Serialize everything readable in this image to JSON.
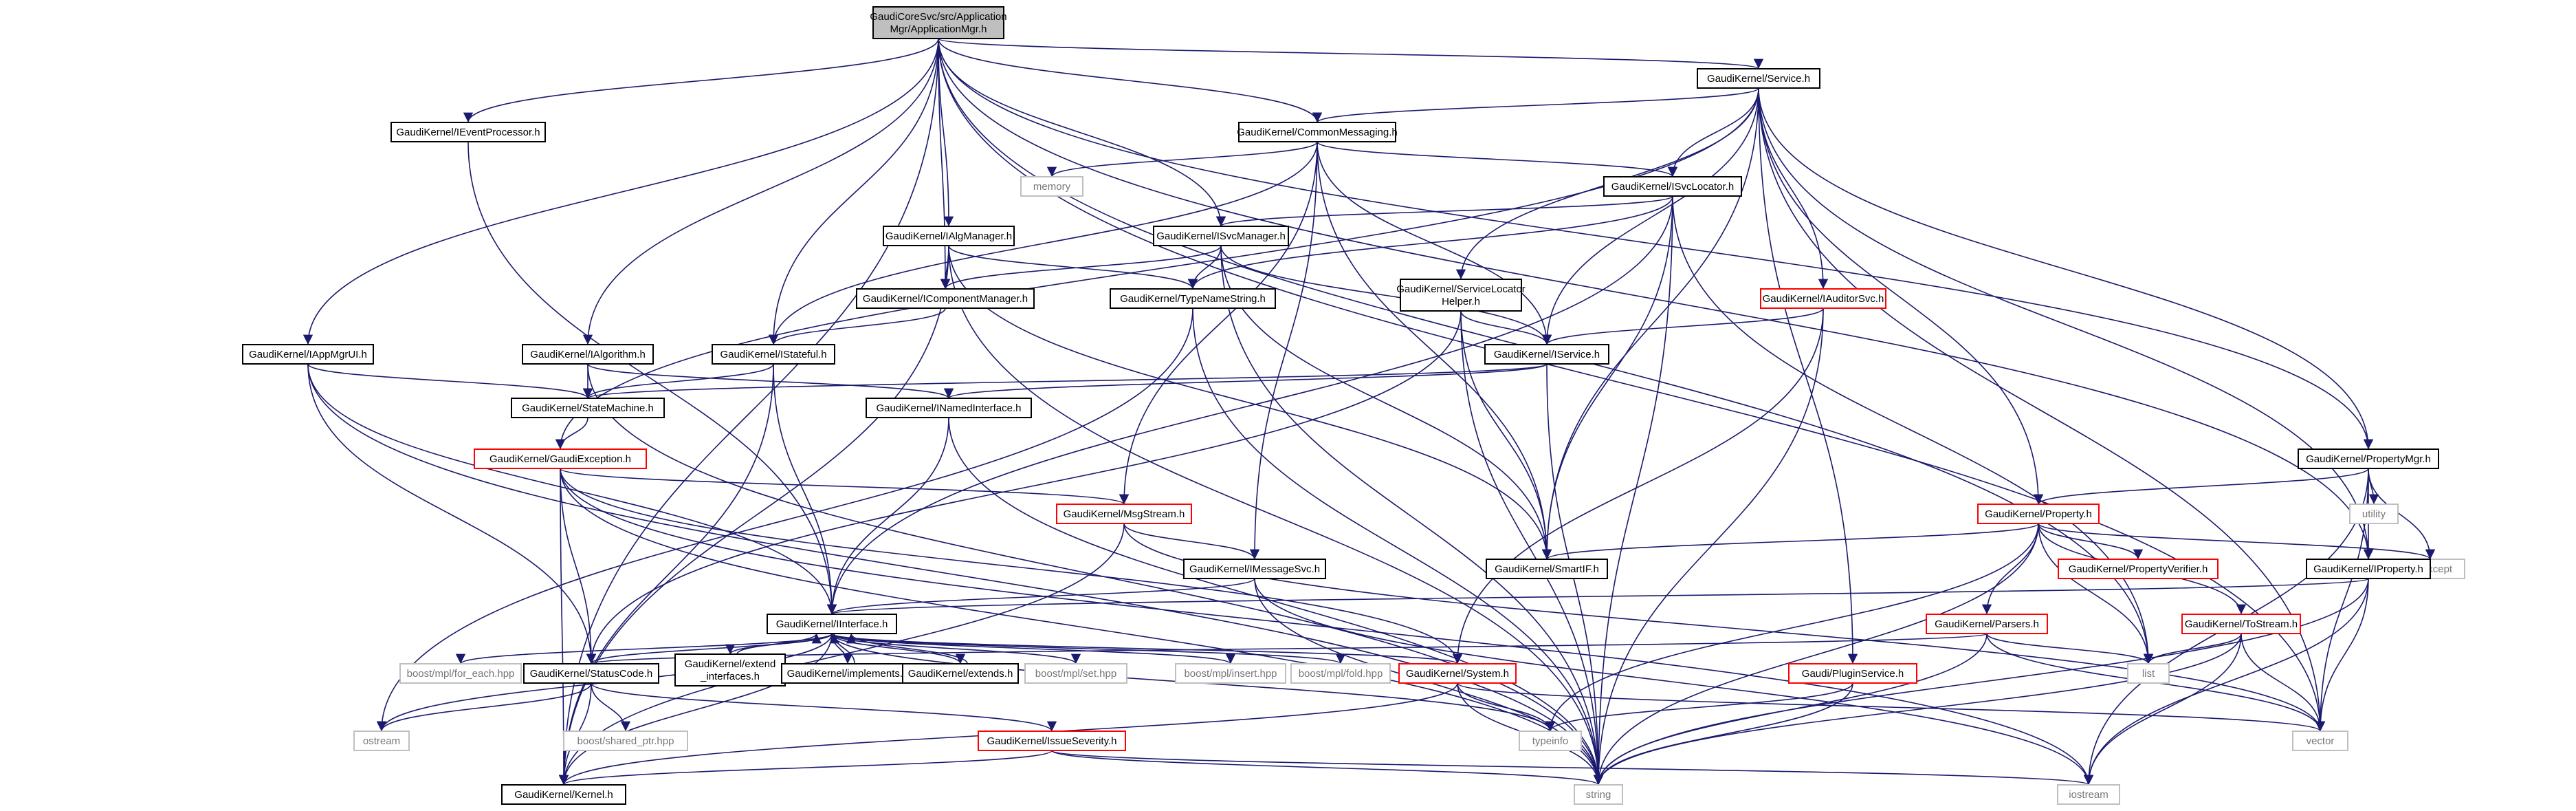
{
  "colors": {
    "edge": "#1a1a6e",
    "box_default": "#000000",
    "box_error": "#ff0000",
    "box_external": "#bfbfbf",
    "root_fill": "#bfbfbf",
    "fill": "#ffffff"
  },
  "nodes": [
    {
      "id": "root",
      "lines": [
        "GaudiCoreSvc/src/Application",
        "Mgr/ApplicationMgr.h"
      ],
      "kind": "root"
    },
    {
      "id": "ieventproc",
      "lines": [
        "GaudiKernel/IEventProcessor.h"
      ],
      "kind": "default"
    },
    {
      "id": "service",
      "lines": [
        "GaudiKernel/Service.h"
      ],
      "kind": "default"
    },
    {
      "id": "commonmsg",
      "lines": [
        "GaudiKernel/CommonMessaging.h"
      ],
      "kind": "default"
    },
    {
      "id": "memory",
      "lines": [
        "memory"
      ],
      "kind": "external"
    },
    {
      "id": "isvclocator",
      "lines": [
        "GaudiKernel/ISvcLocator.h"
      ],
      "kind": "default"
    },
    {
      "id": "ialgmanager",
      "lines": [
        "GaudiKernel/IAlgManager.h"
      ],
      "kind": "default"
    },
    {
      "id": "isvcmanager",
      "lines": [
        "GaudiKernel/ISvcManager.h"
      ],
      "kind": "default"
    },
    {
      "id": "icompmanager",
      "lines": [
        "GaudiKernel/IComponentManager.h"
      ],
      "kind": "default"
    },
    {
      "id": "typenamestring",
      "lines": [
        "GaudiKernel/TypeNameString.h"
      ],
      "kind": "default"
    },
    {
      "id": "svclocatorhelper",
      "lines": [
        "GaudiKernel/ServiceLocator",
        "Helper.h"
      ],
      "kind": "default"
    },
    {
      "id": "iauditorsvc",
      "lines": [
        "GaudiKernel/IAuditorSvc.h"
      ],
      "kind": "error"
    },
    {
      "id": "iservice",
      "lines": [
        "GaudiKernel/IService.h"
      ],
      "kind": "default"
    },
    {
      "id": "iappmgrui",
      "lines": [
        "GaudiKernel/IAppMgrUI.h"
      ],
      "kind": "default"
    },
    {
      "id": "ialgorithm",
      "lines": [
        "GaudiKernel/IAlgorithm.h"
      ],
      "kind": "default"
    },
    {
      "id": "istateful",
      "lines": [
        "GaudiKernel/IStateful.h"
      ],
      "kind": "default"
    },
    {
      "id": "statemachine",
      "lines": [
        "GaudiKernel/StateMachine.h"
      ],
      "kind": "default"
    },
    {
      "id": "inamedif",
      "lines": [
        "GaudiKernel/INamedInterface.h"
      ],
      "kind": "default"
    },
    {
      "id": "gaudiexc",
      "lines": [
        "GaudiKernel/GaudiException.h"
      ],
      "kind": "error"
    },
    {
      "id": "msgstream",
      "lines": [
        "GaudiKernel/MsgStream.h"
      ],
      "kind": "error"
    },
    {
      "id": "imessagesvc",
      "lines": [
        "GaudiKernel/IMessageSvc.h"
      ],
      "kind": "default"
    },
    {
      "id": "smartif",
      "lines": [
        "GaudiKernel/SmartIF.h"
      ],
      "kind": "default"
    },
    {
      "id": "propertymgr",
      "lines": [
        "GaudiKernel/PropertyMgr.h"
      ],
      "kind": "default"
    },
    {
      "id": "utility",
      "lines": [
        "utility"
      ],
      "kind": "external"
    },
    {
      "id": "property",
      "lines": [
        "GaudiKernel/Property.h"
      ],
      "kind": "error"
    },
    {
      "id": "propverifier",
      "lines": [
        "GaudiKernel/PropertyVerifier.h"
      ],
      "kind": "error"
    },
    {
      "id": "stdexcept",
      "lines": [
        "stdexcept"
      ],
      "kind": "external"
    },
    {
      "id": "iproperty",
      "lines": [
        "GaudiKernel/IProperty.h"
      ],
      "kind": "default"
    },
    {
      "id": "parsers",
      "lines": [
        "GaudiKernel/Parsers.h"
      ],
      "kind": "error"
    },
    {
      "id": "tostream",
      "lines": [
        "GaudiKernel/ToStream.h"
      ],
      "kind": "error"
    },
    {
      "id": "iinterface",
      "lines": [
        "GaudiKernel/IInterface.h"
      ],
      "kind": "default"
    },
    {
      "id": "mplforeach",
      "lines": [
        "boost/mpl/for_each.hpp"
      ],
      "kind": "external"
    },
    {
      "id": "statuscode",
      "lines": [
        "GaudiKernel/StatusCode.h"
      ],
      "kind": "default"
    },
    {
      "id": "extendif",
      "lines": [
        "GaudiKernel/extend",
        "_interfaces.h"
      ],
      "kind": "default"
    },
    {
      "id": "implements",
      "lines": [
        "GaudiKernel/implements.h"
      ],
      "kind": "default"
    },
    {
      "id": "extends",
      "lines": [
        "GaudiKernel/extends.h"
      ],
      "kind": "default"
    },
    {
      "id": "mplset",
      "lines": [
        "boost/mpl/set.hpp"
      ],
      "kind": "external"
    },
    {
      "id": "mplinsert",
      "lines": [
        "boost/mpl/insert.hpp"
      ],
      "kind": "external"
    },
    {
      "id": "mplfold",
      "lines": [
        "boost/mpl/fold.hpp"
      ],
      "kind": "external"
    },
    {
      "id": "system",
      "lines": [
        "GaudiKernel/System.h"
      ],
      "kind": "error"
    },
    {
      "id": "pluginservice",
      "lines": [
        "Gaudi/PluginService.h"
      ],
      "kind": "error"
    },
    {
      "id": "list",
      "lines": [
        "list"
      ],
      "kind": "external"
    },
    {
      "id": "ostream",
      "lines": [
        "ostream"
      ],
      "kind": "external"
    },
    {
      "id": "sharedptr",
      "lines": [
        "boost/shared_ptr.hpp"
      ],
      "kind": "external"
    },
    {
      "id": "issueseverity",
      "lines": [
        "GaudiKernel/IssueSeverity.h"
      ],
      "kind": "error"
    },
    {
      "id": "typeinfo",
      "lines": [
        "typeinfo"
      ],
      "kind": "external"
    },
    {
      "id": "vector",
      "lines": [
        "vector"
      ],
      "kind": "external"
    },
    {
      "id": "kernel",
      "lines": [
        "GaudiKernel/Kernel.h"
      ],
      "kind": "default"
    },
    {
      "id": "string",
      "lines": [
        "string"
      ],
      "kind": "external"
    },
    {
      "id": "iostream",
      "lines": [
        "iostream"
      ],
      "kind": "external"
    }
  ],
  "edges": [
    [
      "root",
      "ieventproc"
    ],
    [
      "root",
      "service"
    ],
    [
      "root",
      "commonmsg"
    ],
    [
      "root",
      "ialgmanager"
    ],
    [
      "root",
      "isvcmanager"
    ],
    [
      "root",
      "icompmanager"
    ],
    [
      "root",
      "iappmgrui"
    ],
    [
      "root",
      "ialgorithm"
    ],
    [
      "root",
      "istateful"
    ],
    [
      "root",
      "iproperty"
    ],
    [
      "root",
      "propertymgr"
    ],
    [
      "root",
      "kernel"
    ],
    [
      "root",
      "list"
    ],
    [
      "root",
      "vector"
    ],
    [
      "ieventproc",
      "iinterface"
    ],
    [
      "service",
      "commonmsg"
    ],
    [
      "service",
      "isvclocator"
    ],
    [
      "service",
      "svclocatorhelper"
    ],
    [
      "service",
      "iauditorsvc"
    ],
    [
      "service",
      "iservice"
    ],
    [
      "service",
      "smartif"
    ],
    [
      "service",
      "property"
    ],
    [
      "service",
      "propertymgr"
    ],
    [
      "service",
      "iproperty"
    ],
    [
      "service",
      "pluginservice"
    ],
    [
      "service",
      "gaudiexc"
    ],
    [
      "service",
      "vector"
    ],
    [
      "commonmsg",
      "memory"
    ],
    [
      "commonmsg",
      "isvclocator"
    ],
    [
      "commonmsg",
      "msgstream"
    ],
    [
      "commonmsg",
      "imessagesvc"
    ],
    [
      "commonmsg",
      "iservice"
    ],
    [
      "commonmsg",
      "smartif"
    ],
    [
      "commonmsg",
      "istateful"
    ],
    [
      "isvclocator",
      "isvcmanager"
    ],
    [
      "isvclocator",
      "typenamestring"
    ],
    [
      "isvclocator",
      "smartif"
    ],
    [
      "isvclocator",
      "iinterface"
    ],
    [
      "isvclocator",
      "list"
    ],
    [
      "isvclocator",
      "string"
    ],
    [
      "ialgmanager",
      "icompmanager"
    ],
    [
      "ialgmanager",
      "typenamestring"
    ],
    [
      "ialgmanager",
      "smartif"
    ],
    [
      "ialgmanager",
      "string"
    ],
    [
      "ialgmanager",
      "kernel"
    ],
    [
      "isvcmanager",
      "icompmanager"
    ],
    [
      "isvcmanager",
      "typenamestring"
    ],
    [
      "isvcmanager",
      "iservice"
    ],
    [
      "isvcmanager",
      "smartif"
    ],
    [
      "isvcmanager",
      "string"
    ],
    [
      "icompmanager",
      "istateful"
    ],
    [
      "typenamestring",
      "string"
    ],
    [
      "typenamestring",
      "ostream"
    ],
    [
      "svclocatorhelper",
      "iservice"
    ],
    [
      "svclocatorhelper",
      "smartif"
    ],
    [
      "svclocatorhelper",
      "string"
    ],
    [
      "svclocatorhelper",
      "statuscode"
    ],
    [
      "iauditorsvc",
      "iservice"
    ],
    [
      "iauditorsvc",
      "string"
    ],
    [
      "iauditorsvc",
      "system"
    ],
    [
      "iservice",
      "statemachine"
    ],
    [
      "iservice",
      "inamedif"
    ],
    [
      "iservice",
      "string"
    ],
    [
      "iappmgrui",
      "statemachine"
    ],
    [
      "iappmgrui",
      "iinterface"
    ],
    [
      "iappmgrui",
      "statuscode"
    ],
    [
      "iappmgrui",
      "string"
    ],
    [
      "ialgorithm",
      "statemachine"
    ],
    [
      "ialgorithm",
      "inamedif"
    ],
    [
      "ialgorithm",
      "string"
    ],
    [
      "istateful",
      "statemachine"
    ],
    [
      "istateful",
      "iinterface"
    ],
    [
      "istateful",
      "kernel"
    ],
    [
      "statemachine",
      "gaudiexc"
    ],
    [
      "inamedif",
      "iinterface"
    ],
    [
      "inamedif",
      "string"
    ],
    [
      "gaudiexc",
      "msgstream"
    ],
    [
      "gaudiexc",
      "statuscode"
    ],
    [
      "gaudiexc",
      "system"
    ],
    [
      "gaudiexc",
      "kernel"
    ],
    [
      "gaudiexc",
      "string"
    ],
    [
      "gaudiexc",
      "iostream"
    ],
    [
      "msgstream",
      "imessagesvc"
    ],
    [
      "msgstream",
      "kernel"
    ],
    [
      "msgstream",
      "vector"
    ],
    [
      "imessagesvc",
      "iinterface"
    ],
    [
      "imessagesvc",
      "string"
    ],
    [
      "imessagesvc",
      "iostream"
    ],
    [
      "propertymgr",
      "property"
    ],
    [
      "propertymgr",
      "iproperty"
    ],
    [
      "propertymgr",
      "utility"
    ],
    [
      "propertymgr",
      "stdexcept"
    ],
    [
      "propertymgr",
      "vector"
    ],
    [
      "propertymgr",
      "iostream"
    ],
    [
      "property",
      "smartif"
    ],
    [
      "property",
      "propverifier"
    ],
    [
      "property",
      "parsers"
    ],
    [
      "property",
      "tostream"
    ],
    [
      "property",
      "stdexcept"
    ],
    [
      "property",
      "string"
    ],
    [
      "property",
      "typeinfo"
    ],
    [
      "property",
      "list"
    ],
    [
      "iproperty",
      "iinterface"
    ],
    [
      "iproperty",
      "vector"
    ],
    [
      "iproperty",
      "string"
    ],
    [
      "iproperty",
      "iostream"
    ],
    [
      "parsers",
      "statuscode"
    ],
    [
      "parsers",
      "list"
    ],
    [
      "parsers",
      "vector"
    ],
    [
      "parsers",
      "string"
    ],
    [
      "tostream",
      "list"
    ],
    [
      "tostream",
      "vector"
    ],
    [
      "tostream",
      "string"
    ],
    [
      "tostream",
      "iostream"
    ],
    [
      "iinterface",
      "mplforeach"
    ],
    [
      "iinterface",
      "statuscode"
    ],
    [
      "iinterface",
      "extendif"
    ],
    [
      "iinterface",
      "implements"
    ],
    [
      "iinterface",
      "extends"
    ],
    [
      "iinterface",
      "mplset"
    ],
    [
      "iinterface",
      "mplinsert"
    ],
    [
      "iinterface",
      "mplfold"
    ],
    [
      "iinterface",
      "system"
    ],
    [
      "iinterface",
      "ostream"
    ],
    [
      "iinterface",
      "typeinfo"
    ],
    [
      "iinterface",
      "kernel"
    ],
    [
      "extendif",
      "iinterface"
    ],
    [
      "implements",
      "iinterface"
    ],
    [
      "extends",
      "iinterface"
    ],
    [
      "statuscode",
      "ostream"
    ],
    [
      "statuscode",
      "sharedptr"
    ],
    [
      "statuscode",
      "issueseverity"
    ],
    [
      "statuscode",
      "kernel"
    ],
    [
      "issueseverity",
      "kernel"
    ],
    [
      "issueseverity",
      "string"
    ],
    [
      "issueseverity",
      "iostream"
    ],
    [
      "system",
      "kernel"
    ],
    [
      "system",
      "typeinfo"
    ],
    [
      "system",
      "string"
    ],
    [
      "system",
      "vector"
    ],
    [
      "pluginservice",
      "typeinfo"
    ],
    [
      "pluginservice",
      "string"
    ]
  ]
}
